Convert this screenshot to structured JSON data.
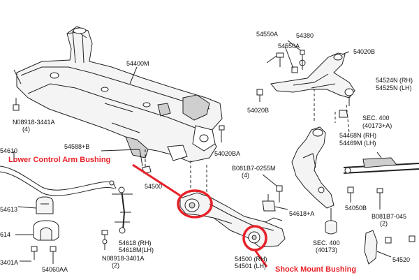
{
  "colors": {
    "line": "#222222",
    "fill": "#f4f4f4",
    "shade": "#cfcfcf",
    "accent": "#e8222a"
  },
  "callouts": {
    "lower_control_arm": "Lower Control Arm Bushing",
    "shock_mount": "Shock Mount Bushing"
  },
  "parts": {
    "p54550A_top": "54550A",
    "p54380": "54380",
    "p54550A_mid": "54550A",
    "p54020B_top": "54020B",
    "p54020B_left": "54020B",
    "p54524N": "54524N (RH)",
    "p54525N": "54525N (LH)",
    "p_sec400_top": "SEC. 400",
    "p_sec400_top_ref": "(40173+A)",
    "p54468N": "54468N (RH)",
    "p54469M": "54469M (LH)",
    "p54400M": "54400M",
    "p08918_top": "N08918-3441A",
    "p08918_top_qty": "(4)",
    "p54610": "54610",
    "p54588B": "54588+B",
    "p54020BA": "54020BA",
    "p081B7_0255M": "B081B7-0255M",
    "p081B7_0255M_qty": "(4)",
    "p54500_mid": "54500",
    "p54050B": "54050B",
    "p081B7_045": "B081B7-045",
    "p081B7_045_qty": "(2)",
    "p54613": "54613",
    "p54618A": "54618+A",
    "p614": "614",
    "p54618_rh": "54618 (RH)",
    "p54618M_lh": "54618M(LH)",
    "p08918_bottom": "N08918-3401A",
    "p08918_bottom_qty": "(2)",
    "p_sec400_bottom": "SEC. 400",
    "p_sec400_bottom_ref": "(40173)",
    "p3401A": "3401A",
    "p54060AA": "54060AA",
    "p54500_rh": "54500 (RH)",
    "p54501_lh": "54501 (LH)",
    "p54520": "54520"
  }
}
